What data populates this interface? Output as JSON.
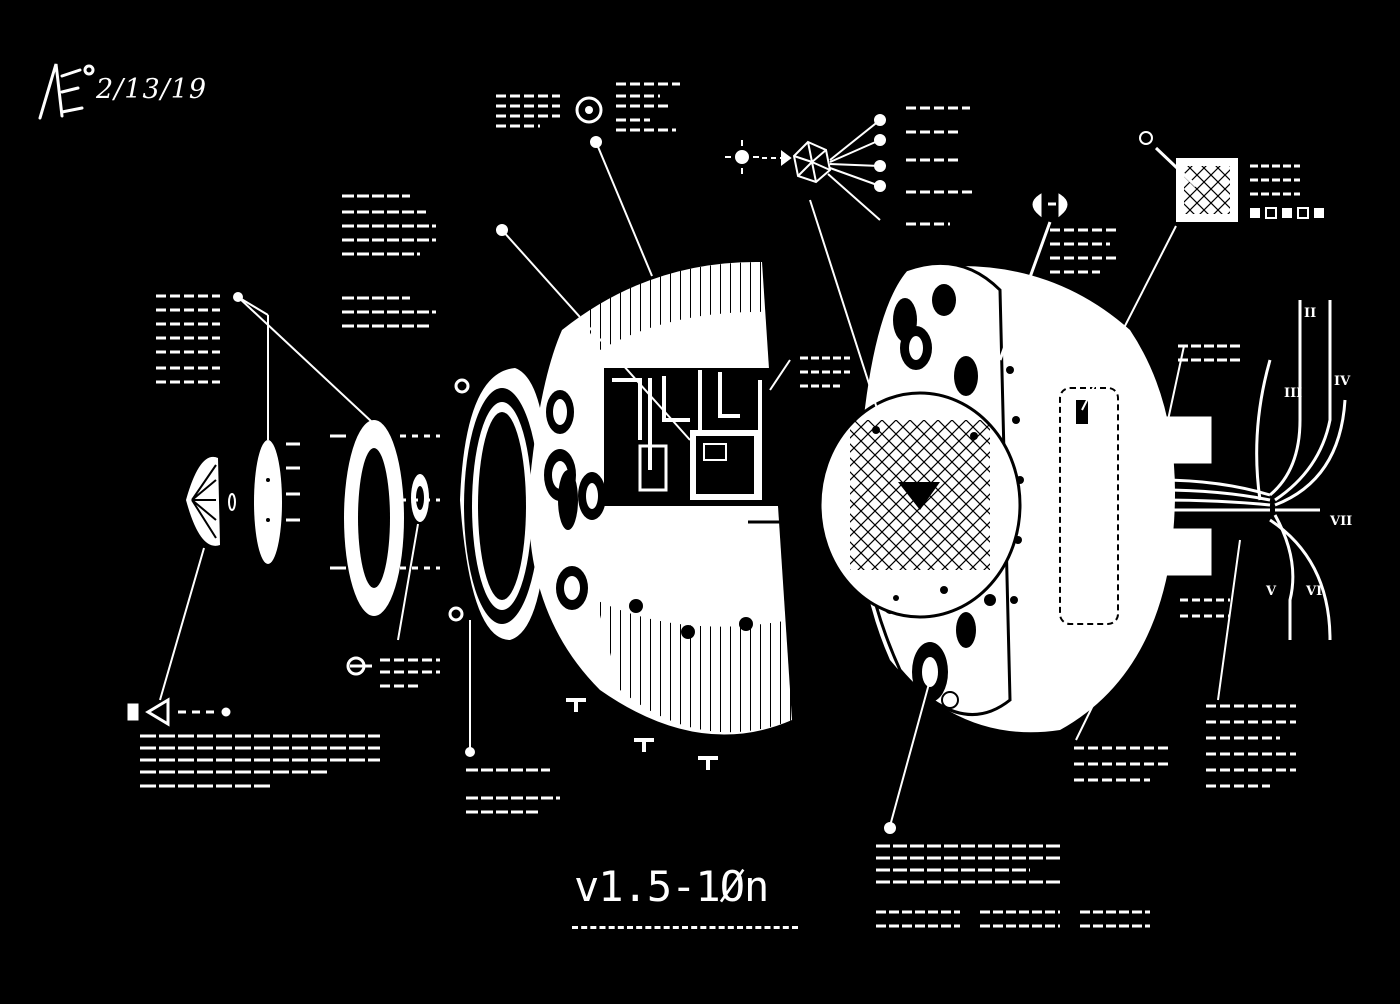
{
  "annotations": {
    "date": "2/13/19",
    "version": "v1.5-1Øn"
  },
  "numerals": [
    "II",
    "III",
    "IV",
    "V",
    "VI",
    "VII"
  ],
  "icons": [
    "signature-logo",
    "sun-icon",
    "icosahedron-icon",
    "lens-icon",
    "target-icon",
    "grid-panel-icon",
    "eyeball-halves-icon"
  ],
  "colors": {
    "background": "#000000",
    "ink": "#ffffff"
  }
}
